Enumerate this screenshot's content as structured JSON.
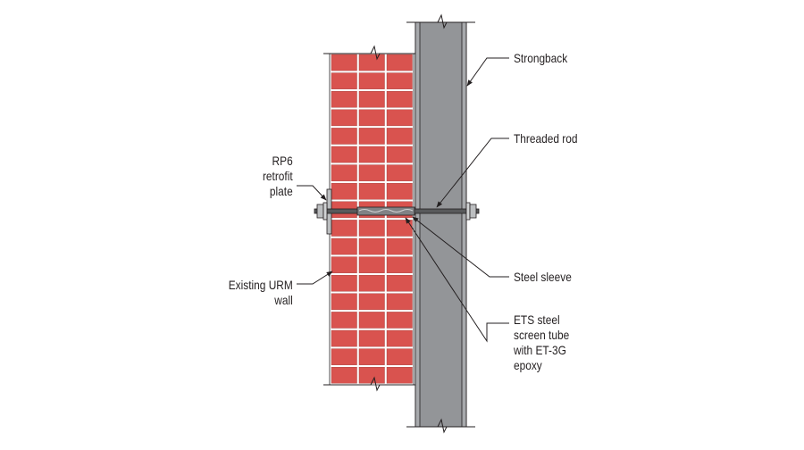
{
  "labels": {
    "strongback": "Strongback",
    "threaded_rod": "Threaded rod",
    "rp6_line1": "RP6",
    "rp6_line2": "retrofit",
    "rp6_line3": "plate",
    "urm_line1": "Existing URM",
    "urm_line2": "wall",
    "steel_sleeve": "Steel sleeve",
    "ets_line1": "ETS steel",
    "ets_line2": "screen tube",
    "ets_line3": "with ET-3G",
    "ets_line4": "epoxy"
  },
  "colors": {
    "brick": "#d9534f",
    "mortar": "#ffffff",
    "steel": "#939598",
    "line": "#231f20"
  }
}
